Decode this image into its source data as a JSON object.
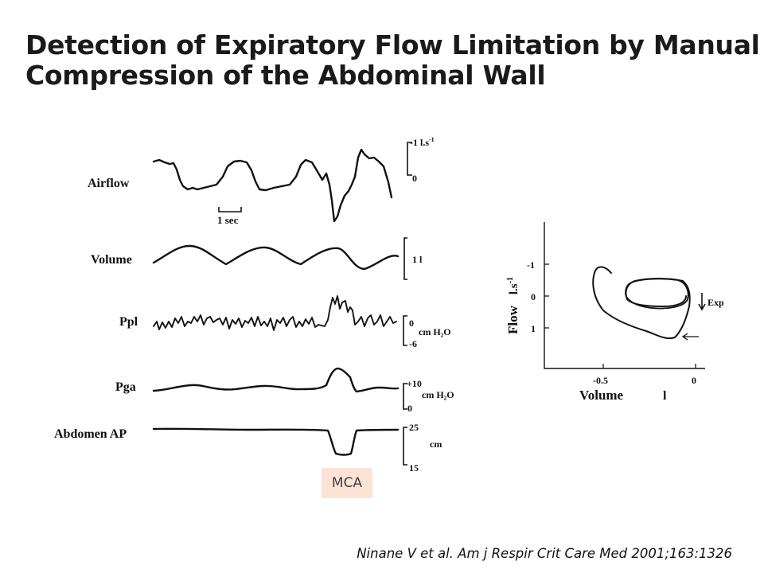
{
  "title": {
    "line1": "Detection of Expiratory Flow Limitation by Manual",
    "line2": "Compression of the Abdominal Wall"
  },
  "traces": {
    "airflow": {
      "label": "Airflow",
      "scale_top": "-1 l.s",
      "scale_sup": "-1",
      "scale_bottom": "0"
    },
    "time_bar": "1 sec",
    "volume": {
      "label": "Volume",
      "scale": "1 l"
    },
    "ppl": {
      "label": "Ppl",
      "scale_top": "0",
      "scale_unit": "cm H₂O",
      "scale_bottom": "-6"
    },
    "pga": {
      "label": "Pga",
      "scale_top": "+10",
      "scale_unit": "cm H₂O",
      "scale_bottom": "0"
    },
    "abdomen": {
      "label": "Abdomen AP",
      "scale_top": "25",
      "scale_unit": "cm",
      "scale_bottom": "15"
    }
  },
  "loop_plot": {
    "y_axis_label": "Flow",
    "y_unit": "l.s",
    "y_unit_sup": "-1",
    "y_ticks": [
      "-1",
      "0",
      "1"
    ],
    "x_axis_label": "Volume",
    "x_unit": "l",
    "x_ticks": [
      "-0.5",
      "0"
    ],
    "annotation": "Exp"
  },
  "mca_label": "MCA",
  "citation": "Ninane V et al. Am j Respir Crit Care Med 2001;163:1326"
}
